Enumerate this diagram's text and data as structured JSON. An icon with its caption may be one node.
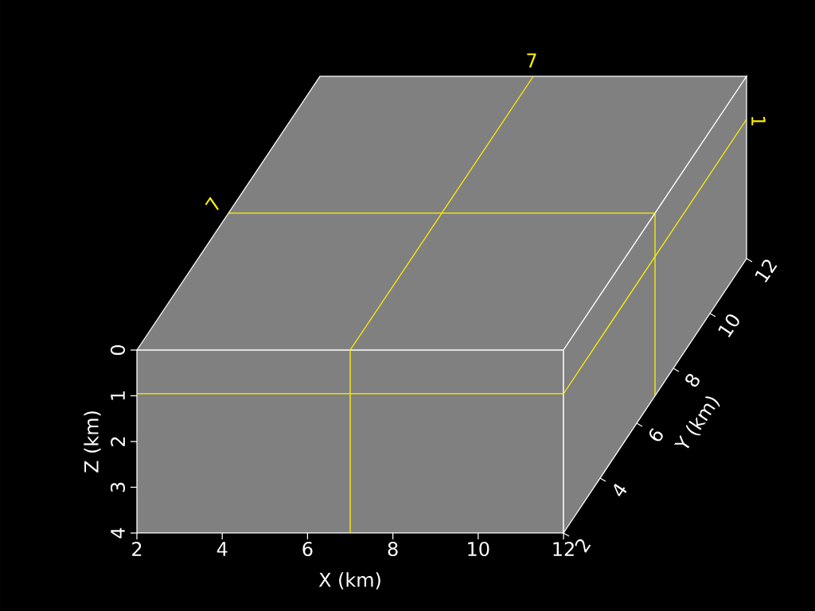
{
  "diagram": {
    "labels": [
      "7",
      "1",
      "7",
      "0",
      "1",
      "2",
      "3",
      "4",
      "Z (km)",
      "2",
      "4",
      "6",
      "8",
      "10",
      "12",
      "X (km)",
      "2",
      "4",
      "6",
      "8",
      "10",
      "12",
      "Y (km)"
    ]
  }
}
